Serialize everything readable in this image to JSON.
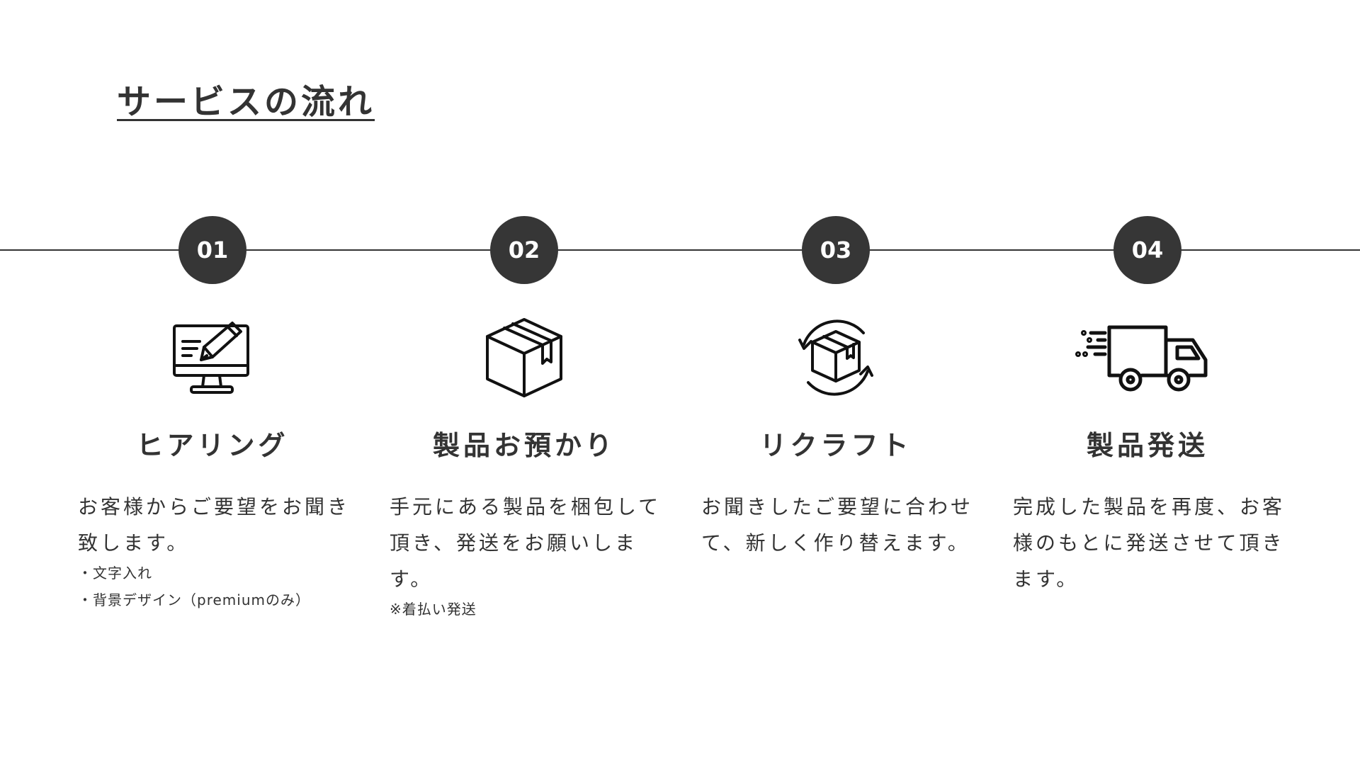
{
  "page": {
    "title": "サービスの流れ"
  },
  "steps": [
    {
      "number": "01",
      "icon": "monitor-pencil-icon",
      "title": "ヒアリング",
      "description": "お客様からご要望をお聞き致します。",
      "notes": [
        "・文字入れ",
        "・背景デザイン（premiumのみ）"
      ]
    },
    {
      "number": "02",
      "icon": "package-box-icon",
      "title": "製品お預かり",
      "description": "手元にある製品を梱包して頂き、発送をお願いします。",
      "notes": [
        "※着払い発送"
      ]
    },
    {
      "number": "03",
      "icon": "box-recycle-icon",
      "title": "リクラフト",
      "description": "お聞きしたご要望に合わせて、新しく作り替えます。",
      "notes": []
    },
    {
      "number": "04",
      "icon": "delivery-truck-icon",
      "title": "製品発送",
      "description": "完成した製品を再度、お客様のもとに発送させて頂きます。",
      "notes": []
    }
  ],
  "colors": {
    "text": "#333333",
    "circle": "#363636",
    "background": "#ffffff"
  }
}
